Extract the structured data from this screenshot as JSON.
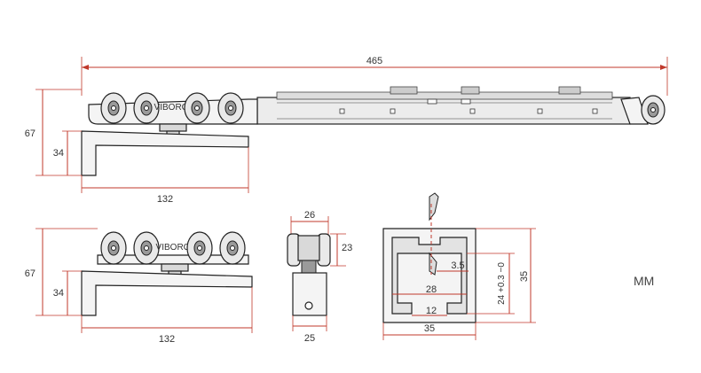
{
  "labels": {
    "top_length": "465",
    "top_height_total": "67",
    "top_height_bracket": "34",
    "top_width": "132",
    "mid_height_total": "67",
    "mid_height_bracket": "34",
    "mid_width": "132",
    "end_width_top": "26",
    "end_height": "23",
    "end_width_bottom": "25",
    "profile_slot": "3.5",
    "profile_inner": "28",
    "profile_opening": "12",
    "profile_width": "35",
    "profile_height": "35",
    "profile_tolerance": "24 +0.3 −0",
    "brand": "VIBORG",
    "unit": "MM"
  },
  "colors": {
    "dimension_line": "#c0392b",
    "outline": "#222222"
  }
}
